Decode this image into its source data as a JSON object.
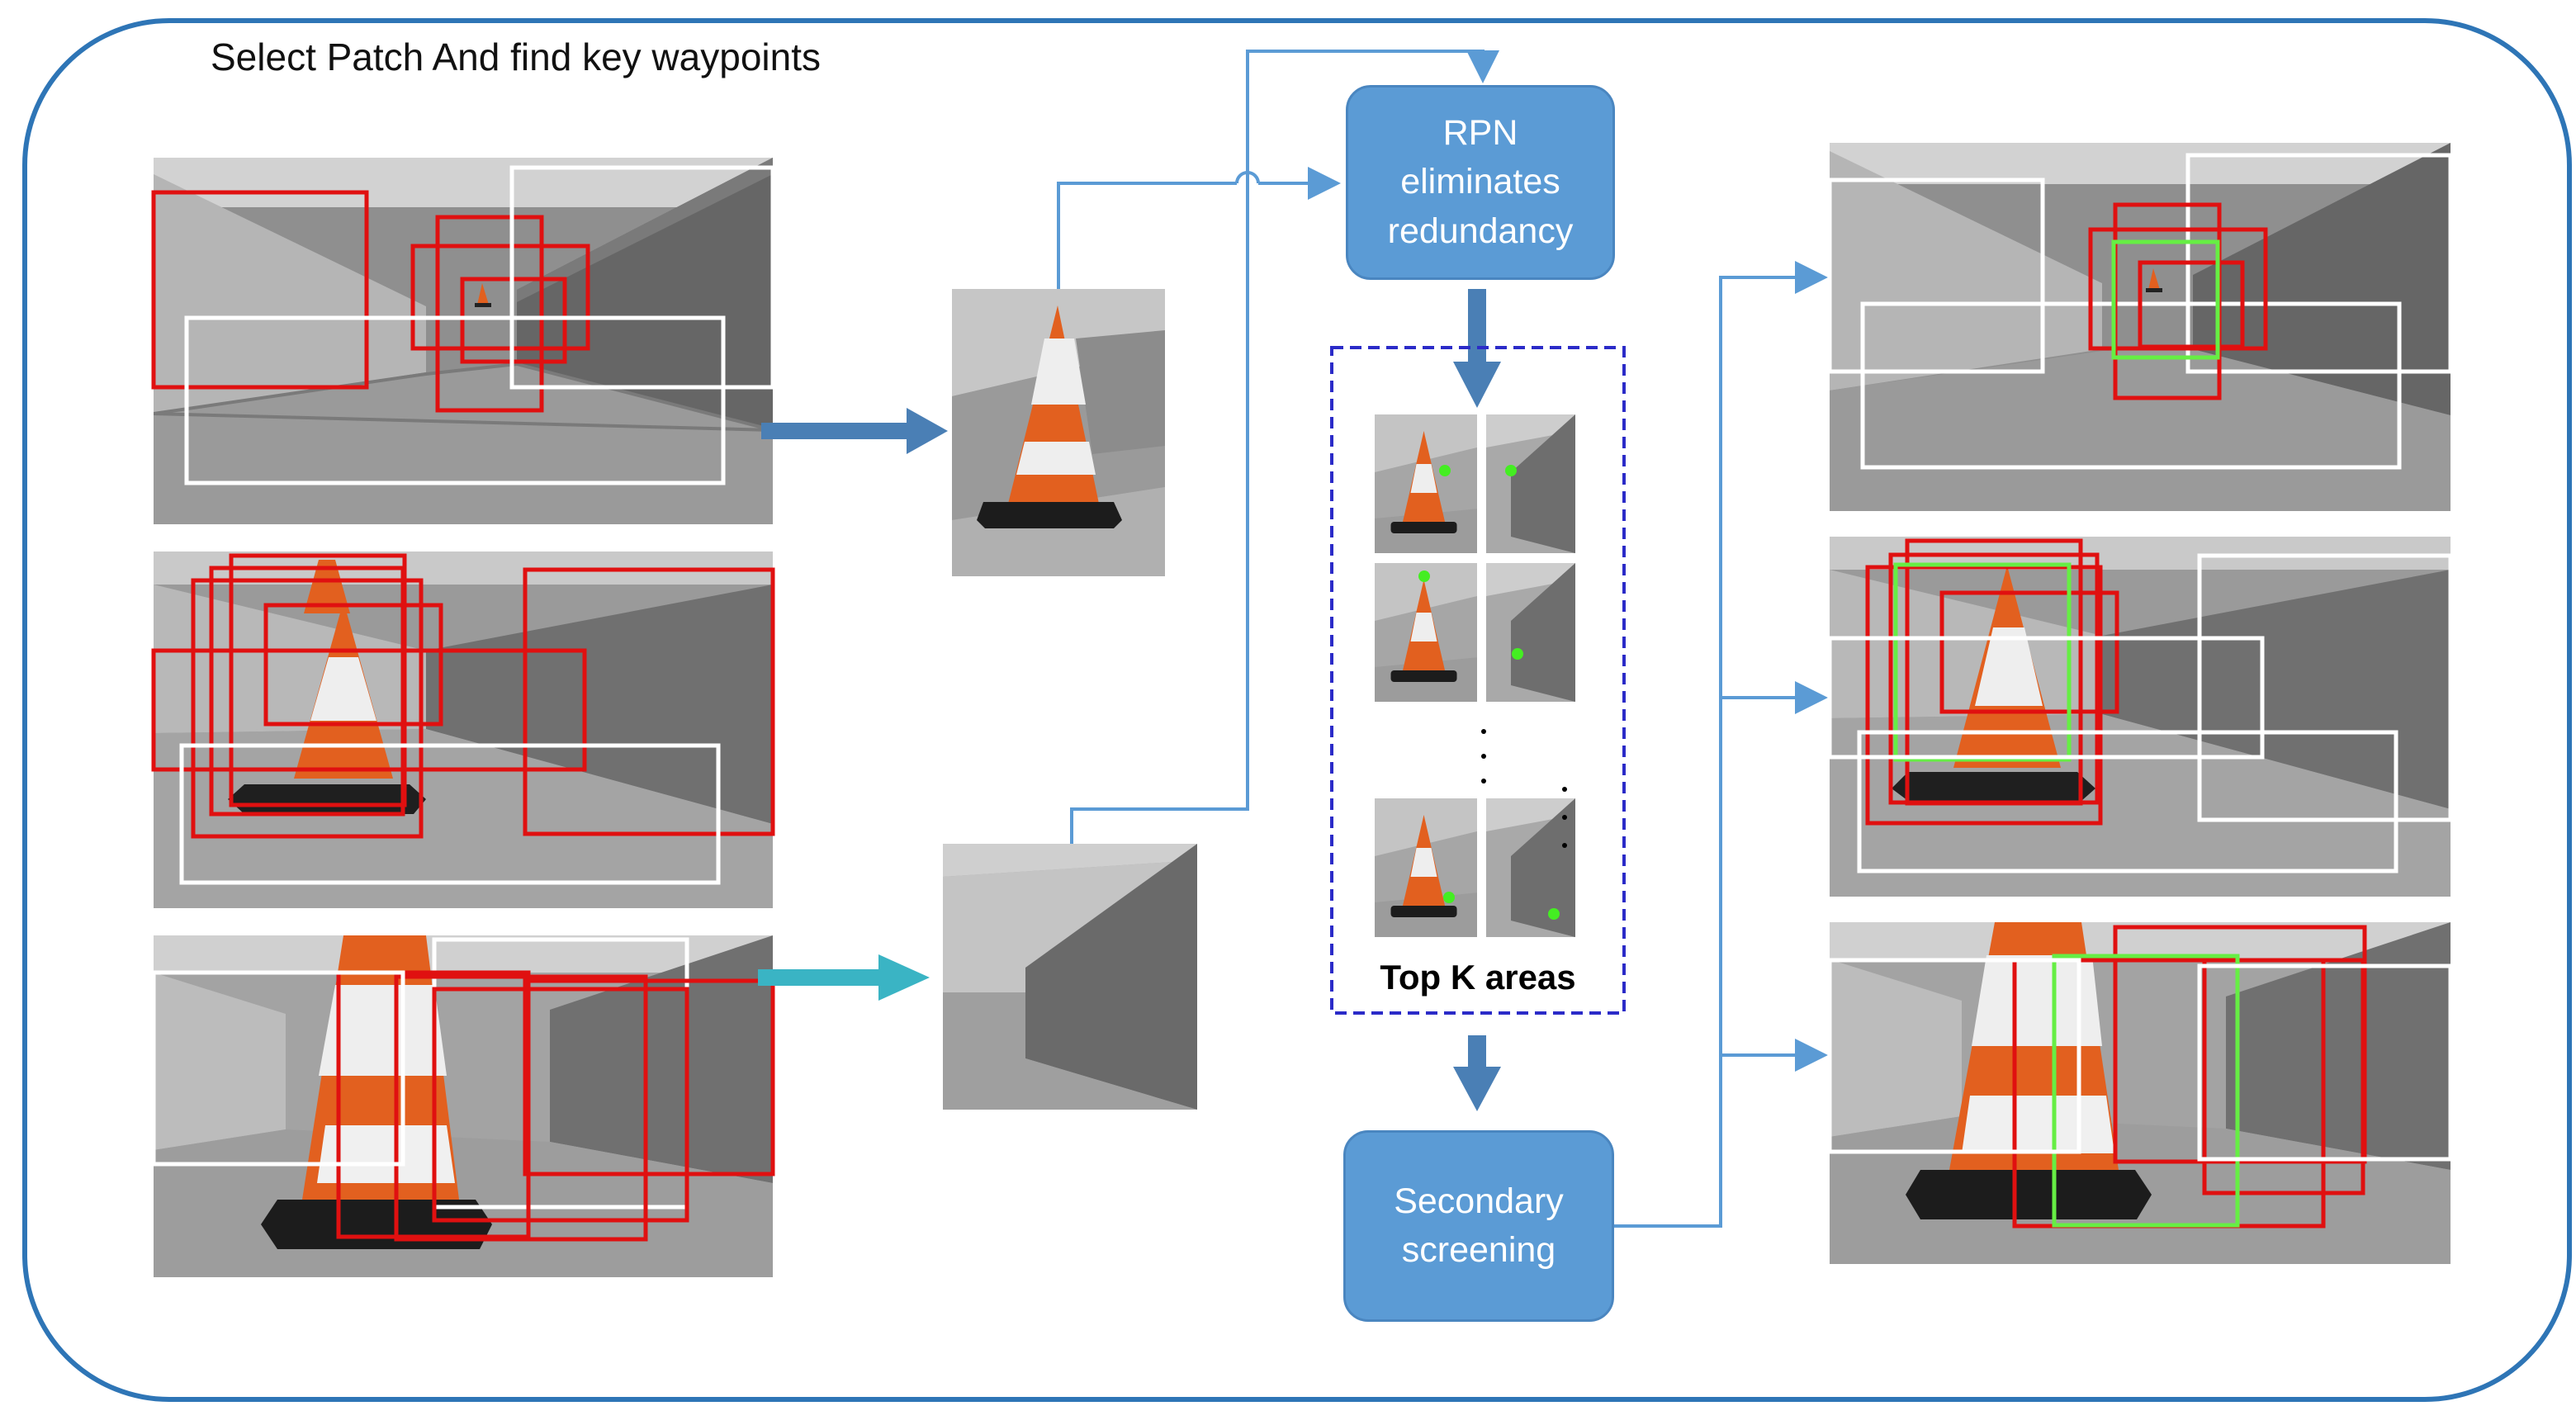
{
  "title": "Select Patch And find key waypoints",
  "rpn_box": {
    "line1": "RPN",
    "line2": "eliminates",
    "line3": "redundancy"
  },
  "secondary_box": {
    "line1": "Secondary",
    "line2": "screening"
  },
  "top_k_label": "Top K areas",
  "colors": {
    "frame": "#2e75b6",
    "box_fill": "#5b9bd5",
    "connector": "#5b9bd5",
    "thick_arrow": "#4a7fb5",
    "teal_arrow": "#3ab4c4",
    "dashed_frame": "#2b2bc8",
    "proposal_red": "#e01010",
    "proposal_white": "#ffffff",
    "selected_green": "#66ee44",
    "keypoint_green": "#44ee22",
    "cone_orange": "#e2601f",
    "cone_white": "#eeeeee",
    "cone_base": "#222222"
  },
  "icons": [
    "cone-image",
    "corridor-image",
    "flow-arrow",
    "ellipsis-dots"
  ]
}
